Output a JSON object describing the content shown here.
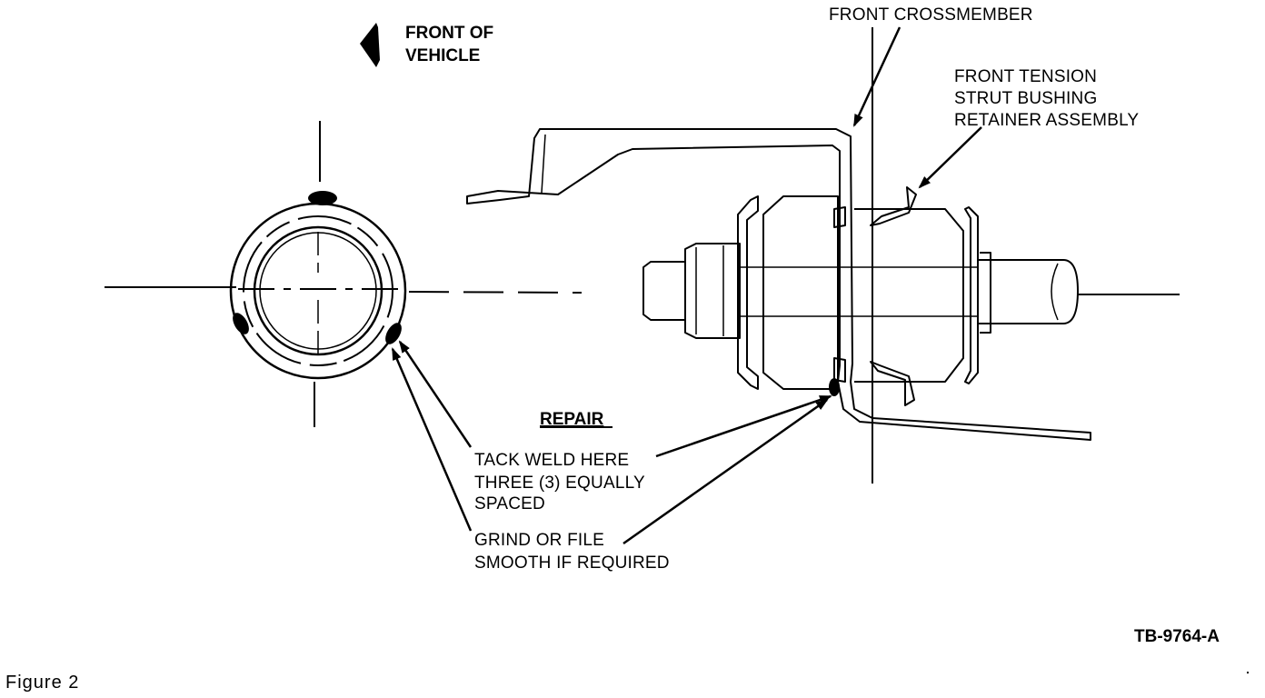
{
  "labels": {
    "front_of_vehicle": [
      "FRONT OF",
      "VEHICLE"
    ],
    "front_crossmember": "FRONT CROSSMEMBER",
    "retainer_assembly": [
      "FRONT TENSION",
      "STRUT BUSHING",
      "RETAINER ASSEMBLY"
    ],
    "repair": "REPAIR",
    "tack_weld": [
      "TACK WELD HERE",
      "THREE (3) EQUALLY",
      "SPACED"
    ],
    "grind_file": [
      "GRIND OR FILE",
      "SMOOTH IF REQUIRED"
    ],
    "part_number": "TB-9764-A"
  },
  "caption": "Figure  2",
  "colors": {
    "ink": "#000000",
    "paper": "#ffffff"
  }
}
